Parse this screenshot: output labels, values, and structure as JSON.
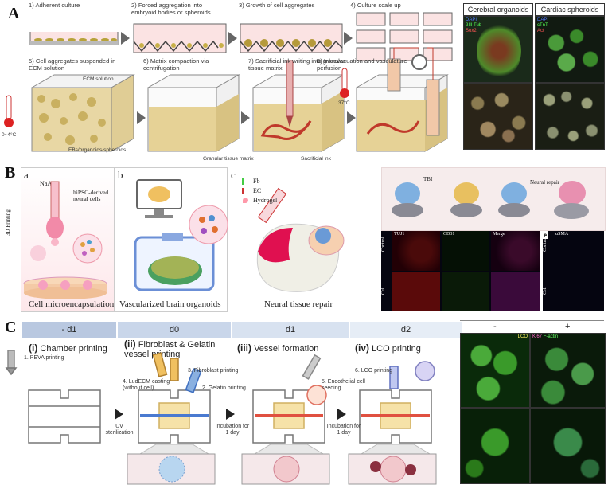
{
  "panel_a": {
    "letter": "A",
    "steps": [
      "1) Adherent culture",
      "2) Forced aggregation into embryoid bodies or spheroids",
      "3) Growth of cell aggregates",
      "4) Culture scale up",
      "5) Cell aggregates suspended in ECM solution",
      "6) Matrix compaction via centrifugation",
      "7) Sacrificial ink writing into granular tissue matrix",
      "8) Ink evacuation and vasculature perfusion"
    ],
    "labels": {
      "ecm_solution": "ECM solution",
      "ebs": "EBs/organoids/spheroids",
      "granular": "Granular tissue matrix",
      "sacrificial": "Sacrificial ink",
      "temp_cold": "0~4°C",
      "temp_warm": "37°C"
    },
    "cerebral": {
      "title": "Cerebral organoids",
      "markers": [
        "DAPI",
        "βIII Tub",
        "Sox2"
      ],
      "colors": [
        "#4466ff",
        "#44ff44",
        "#ff4444"
      ]
    },
    "cardiac": {
      "title": "Cardiac spheroids",
      "markers": [
        "DAPI",
        "cTnT",
        "Act"
      ],
      "colors": [
        "#4466ff",
        "#44ff44",
        "#ff4444"
      ]
    }
  },
  "panel_b": {
    "letter": "B",
    "sub_a": "a",
    "sub_b": "b",
    "sub_c": "c",
    "naa": "NaA",
    "hipsc": "hiPSC-derived neural cells",
    "printing": "3D Printing",
    "legend": [
      "Fb",
      "EC",
      "Hydrogel"
    ],
    "cap_a": "Cell microencapsulation",
    "cap_b": "Vascularized brain organoids",
    "cap_c": "Neural tissue repair",
    "tbi": "TBI",
    "neural_repair": "Neural repair",
    "stains": [
      "TUJ1",
      "CD31",
      "Merge"
    ],
    "row_labels": [
      "Control",
      "Cell"
    ],
    "sma": {
      "letter": "e",
      "label": "αSMA"
    }
  },
  "panel_c": {
    "letter": "C",
    "days": [
      "- d1",
      "d0",
      "d1",
      "d2"
    ],
    "stages": [
      {
        "num": "(i)",
        "text": "Chamber printing"
      },
      {
        "num": "(ii)",
        "text": "Fibroblast & Gelatin vessel printing"
      },
      {
        "num": "(iii)",
        "text": "Vessel formation"
      },
      {
        "num": "(iv)",
        "text": "LCO printing"
      }
    ],
    "steps": {
      "s1": "1. PEVA printing",
      "s2": "2. Gelatin printing",
      "s3": "3. Fibroblast printing",
      "s4": "4. LudECM casting (without cell)",
      "s5": "5. Endothelial cell seeding",
      "s6": "6. LCO printing"
    },
    "arrows": [
      "UV sterilization",
      "Incubation for 1 day",
      "Incubation for 1 day"
    ],
    "micro": {
      "minus": "-",
      "plus": "+",
      "lco": "LCO",
      "ki67": "Ki67",
      "factin": "F-actin"
    }
  }
}
